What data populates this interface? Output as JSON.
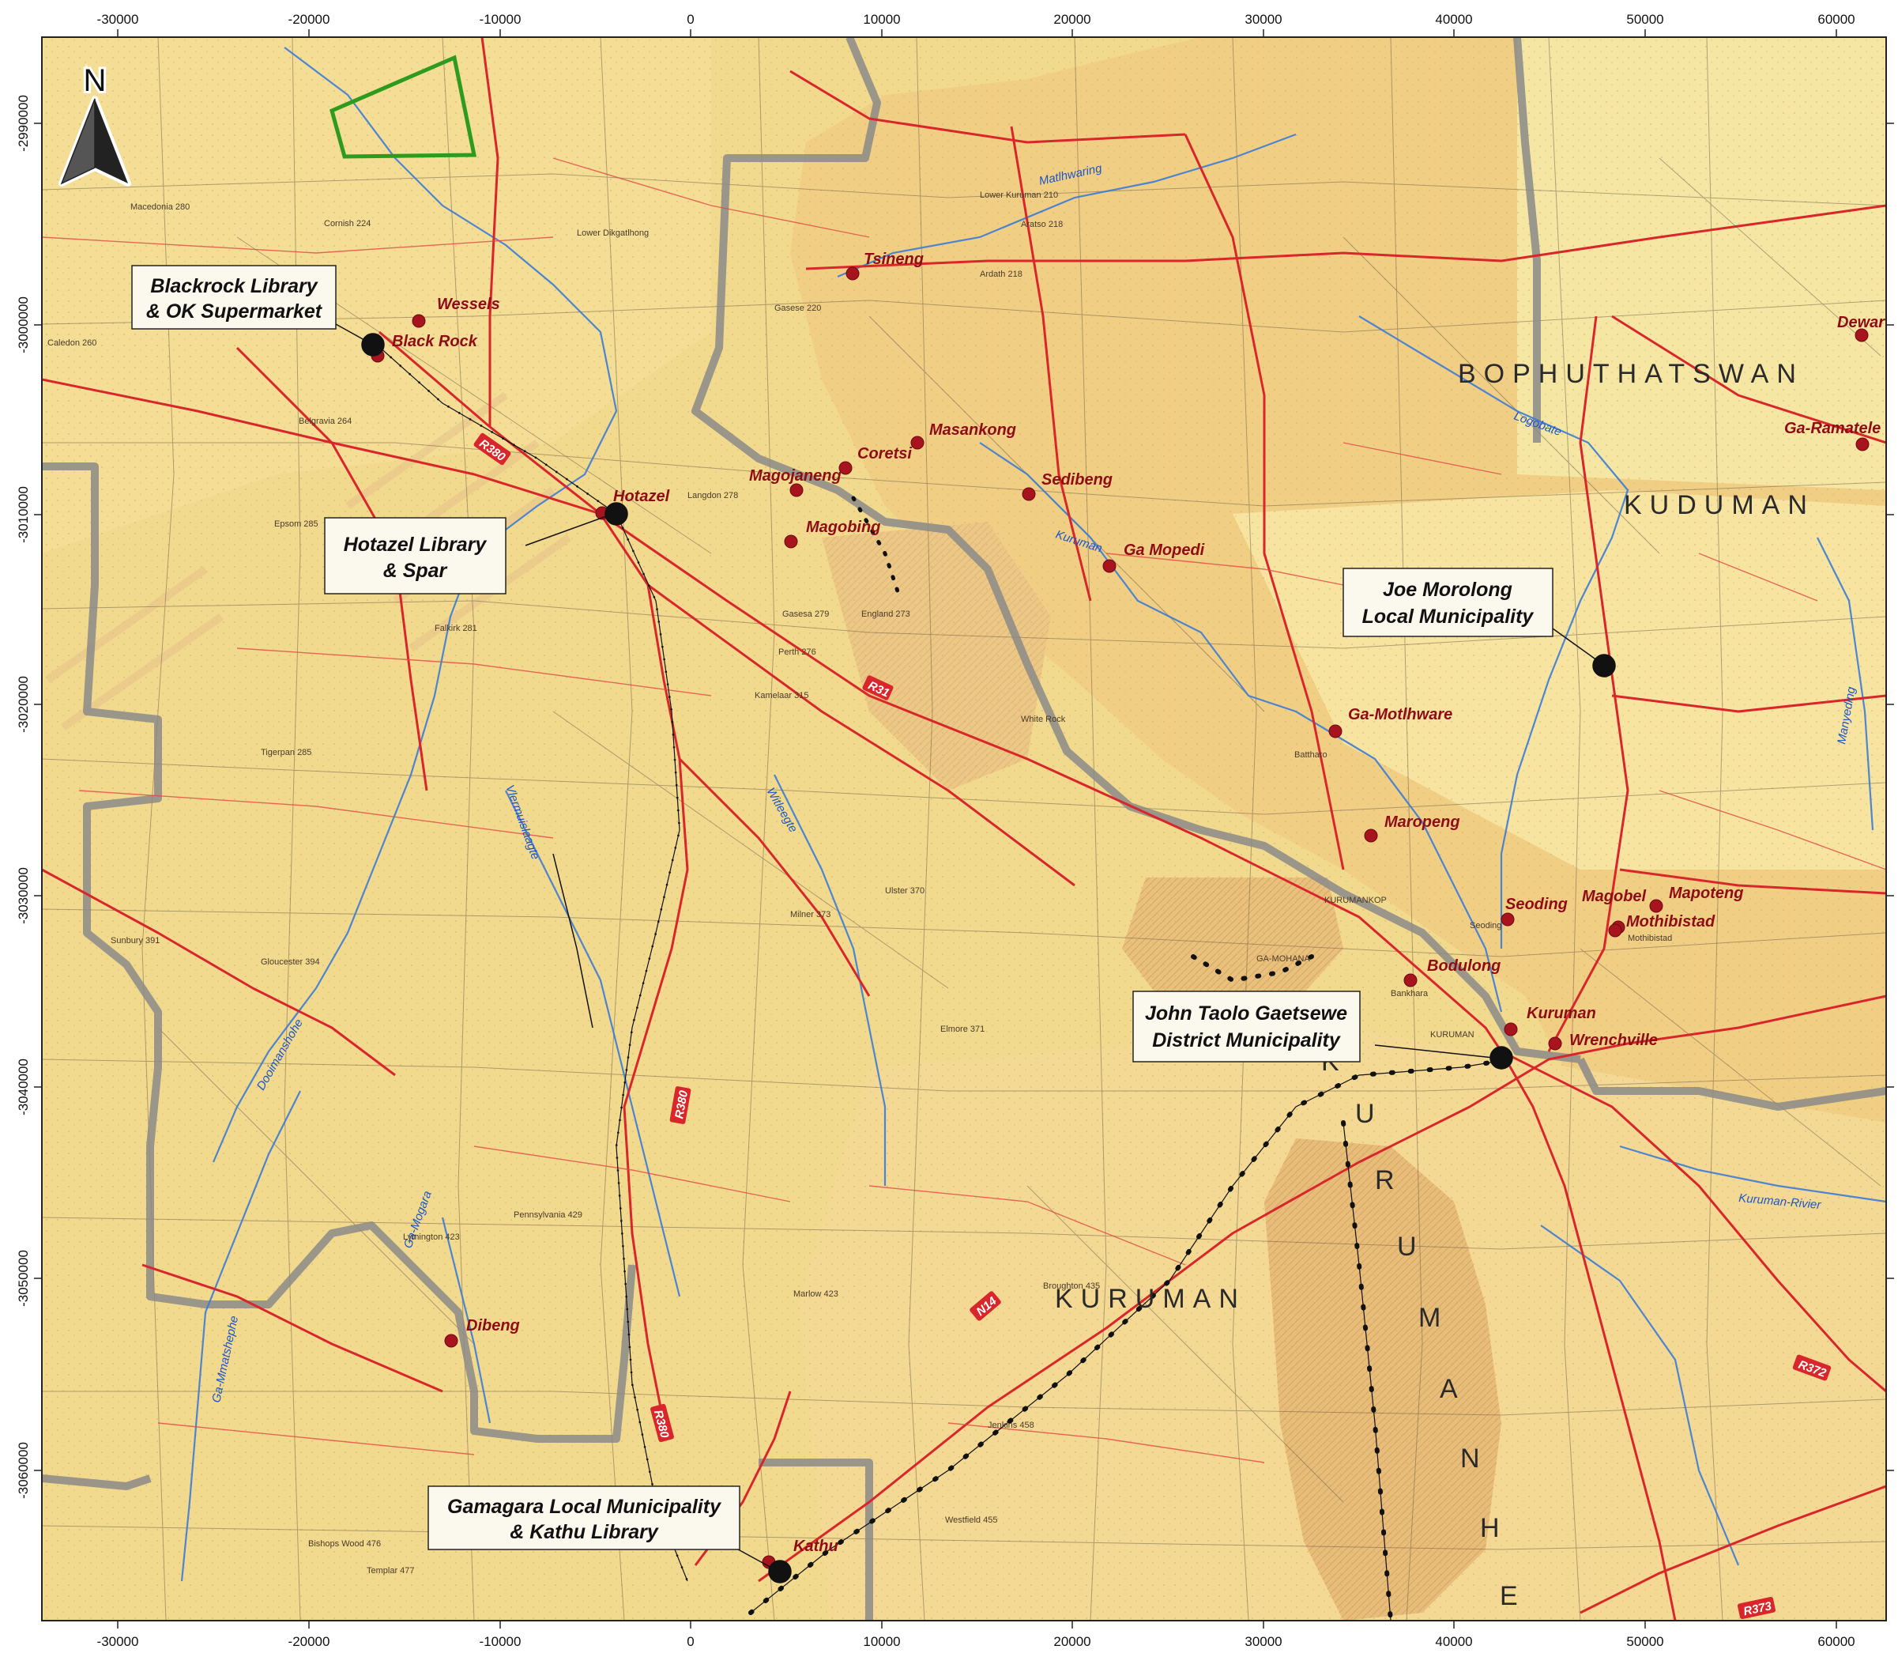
{
  "axes": {
    "x_ticks": [
      "-30000",
      "-20000",
      "-10000",
      "0",
      "10000",
      "20000",
      "30000",
      "40000",
      "50000",
      "60000"
    ],
    "y_ticks": [
      "-2990000",
      "-3000000",
      "-3010000",
      "-3020000",
      "-3030000",
      "-3040000",
      "-3050000",
      "-3060000"
    ]
  },
  "north_arrow": {
    "label": "N"
  },
  "regions": {
    "bophuthatswana": "BOPHUTHATSWAN",
    "kuduman": "KUDUMAN",
    "kuruman": "KURUMAN",
    "kuruman_heuwels": "KURUMANHEU"
  },
  "places": [
    {
      "name": "Tsineng"
    },
    {
      "name": "Wessels"
    },
    {
      "name": "Black Rock"
    },
    {
      "name": "Hotazel"
    },
    {
      "name": "Masankong"
    },
    {
      "name": "Coretsi"
    },
    {
      "name": "Magojaneng"
    },
    {
      "name": "Sedibeng"
    },
    {
      "name": "Magobing"
    },
    {
      "name": "Ga Mopedi"
    },
    {
      "name": "Dewar"
    },
    {
      "name": "Ga-Ramatele"
    },
    {
      "name": "Ga-Motlhware"
    },
    {
      "name": "Maropeng"
    },
    {
      "name": "Seoding"
    },
    {
      "name": "Magobel"
    },
    {
      "name": "Mapoteng"
    },
    {
      "name": "Mothibistad"
    },
    {
      "name": "Bodulong"
    },
    {
      "name": "Kuruman"
    },
    {
      "name": "Wrenchville"
    },
    {
      "name": "Dibeng"
    },
    {
      "name": "Kathu"
    }
  ],
  "callouts": [
    {
      "line1": "Blackrock Library",
      "line2": "& OK Supermarket"
    },
    {
      "line1": "Hotazel Library",
      "line2": "& Spar"
    },
    {
      "line1": "Joe Morolong",
      "line2": "Local Municipality"
    },
    {
      "line1": "John Taolo Gaetsewe",
      "line2": "District Municipality"
    },
    {
      "line1": "Gamagara Local Municipality",
      "line2": "& Kathu Library"
    }
  ],
  "rivers": [
    "Matlhwaring",
    "Kuruman",
    "Logobate",
    "Vlermuislaagte",
    "Witleegte",
    "Dooimanshohe",
    "Ga-Mogara",
    "Ga-Mmatshephe",
    "Manyeding",
    "Kuruman-Rivier"
  ],
  "roads": [
    "R380",
    "R31",
    "R380",
    "R380",
    "N14",
    "R372",
    "R373"
  ],
  "minor_labels": [
    "Aratso 218",
    "Lower Dikgatlhong",
    "Gasese 220",
    "Battharo",
    "White Rock",
    "KURUMANKOP",
    "GA-MOHANA",
    "Seoding",
    "Mothibistad",
    "KURUMAN",
    "Bankhara",
    "Sunbury 391",
    "Cornish 224",
    "Belgravia 264",
    "Epsom 285",
    "Falkirk 281",
    "Perth 276",
    "Langdon 278",
    "England 273",
    "Milner 373",
    "Ulster 370",
    "Elmore 371",
    "Broughton 435",
    "Jenkins 458",
    "Westfield 455",
    "Marlow 423",
    "Caledon 260",
    "Lymington 423",
    "Bishops Wood 476",
    "Templar 477",
    "Macedonia 280",
    "Ardath 218",
    "Lower Kuruman 210",
    "Gasesa 279",
    "Kamelaar 315",
    "Gloucester 394",
    "Tigerpan 285",
    "Pennsylvania 429"
  ],
  "colors": {
    "map_base": "#f1d98e",
    "map_light": "#f6e6a6",
    "map_orange": "#f0c97c",
    "road_red": "#d8262b",
    "river_blue": "#3b7bd8",
    "boundary_grey": "#8b8a88",
    "place_dot": "#a8141d",
    "study_area_green": "#2e9a1e"
  }
}
